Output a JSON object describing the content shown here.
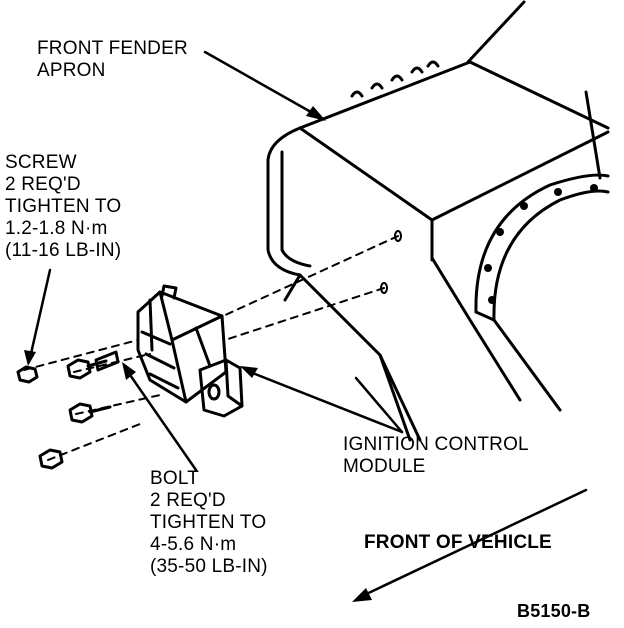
{
  "labels": {
    "fender": [
      "FRONT FENDER",
      "APRON"
    ],
    "screw": [
      "SCREW",
      "2 REQ'D",
      "TIGHTEN TO",
      "1.2-1.8 N·m",
      "(11-16 LB-IN)"
    ],
    "bolt": [
      "BOLT",
      "2 REQ'D",
      "TIGHTEN TO",
      "4-5.6 N·m",
      "(35-50 LB-IN)"
    ],
    "module": [
      "IGNITION CONTROL",
      "MODULE"
    ],
    "front": "FRONT OF VEHICLE",
    "code": "B5150-B"
  },
  "colors": {
    "ink": "#000000",
    "paper": "#ffffff"
  }
}
